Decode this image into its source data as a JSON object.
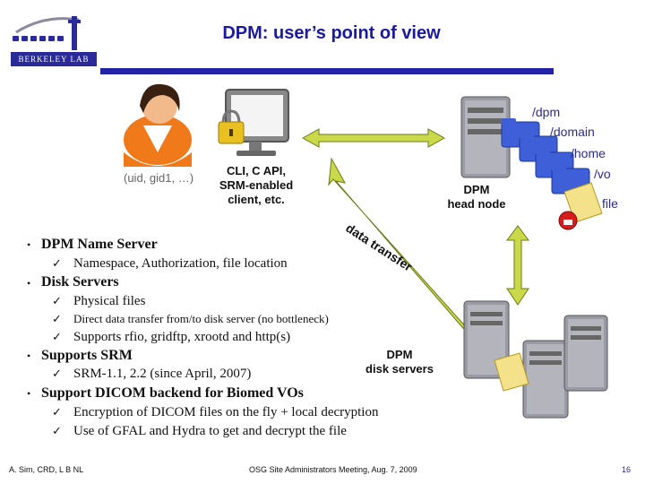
{
  "logo": {
    "text": "BERKELEY LAB"
  },
  "slide": {
    "title": "DPM: user’s point of view"
  },
  "diagram": {
    "user_ids": "(uid, gid1, …)",
    "client_label": [
      "CLI, C API,",
      "SRM-enabled",
      "client, etc."
    ],
    "head_label": [
      "DPM",
      "head node"
    ],
    "paths": [
      "/dpm",
      "/domain",
      "/home",
      "/vo",
      "file"
    ],
    "transfer_label": "data transfer",
    "disk_label": [
      "DPM",
      "disk servers"
    ]
  },
  "bullets": [
    {
      "text": "DPM Name Server",
      "subs": [
        {
          "text": "Namespace, Authorization, file location",
          "size": "normal"
        }
      ]
    },
    {
      "text": "Disk Servers",
      "subs": [
        {
          "text": "Physical files",
          "size": "normal"
        },
        {
          "text": "Direct data transfer from/to disk server (no bottleneck)",
          "size": "small"
        },
        {
          "text": "Supports rfio, gridftp, xrootd and http(s)",
          "size": "normal"
        }
      ]
    },
    {
      "text": "Supports SRM",
      "subs": [
        {
          "text": "SRM-1.1, 2.2 (since  April, 2007)",
          "size": "normal"
        }
      ]
    },
    {
      "text": "Support DICOM backend for Biomed VOs",
      "subs": [
        {
          "text": "Encryption of DICOM files on the fly + local decryption",
          "size": "normal"
        },
        {
          "text": "Use of GFAL and Hydra to get and decrypt the file",
          "size": "normal"
        }
      ]
    }
  ],
  "footer": {
    "author": "A. Sim, CRD, L B NL",
    "meeting": "OSG Site Administrators Meeting, Aug. 7, 2009",
    "page": "16"
  },
  "colors": {
    "title": "#1a1aa0",
    "rule": "#2323a8",
    "arrow_fill": "#c9d94a",
    "arrow_stroke": "#6d7a16",
    "folder": "#3f5fd8"
  }
}
